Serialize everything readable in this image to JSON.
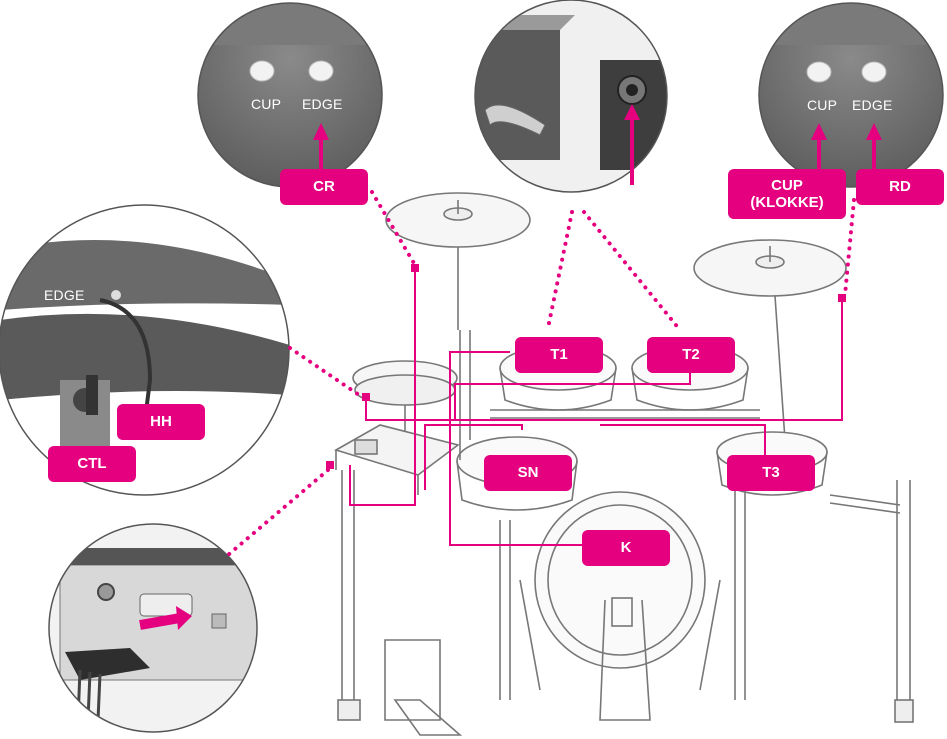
{
  "zoom_labels": {
    "crash_cup": "CUP",
    "crash_edge": "EDGE",
    "ride_cup": "CUP",
    "ride_edge": "EDGE",
    "hihat_edge": "EDGE"
  },
  "callouts": {
    "cr": "CR",
    "hh": "HH",
    "ctl": "CTL",
    "t1": "T1",
    "t2": "T2",
    "sn": "SN",
    "t3": "T3",
    "k": "K",
    "cup": "CUP\n(KLOKKE)",
    "rd": "RD"
  },
  "colors": {
    "accent": "#e4007f",
    "line_art": "#7a7a7a",
    "zoom_fill": "#6e6e6e"
  }
}
